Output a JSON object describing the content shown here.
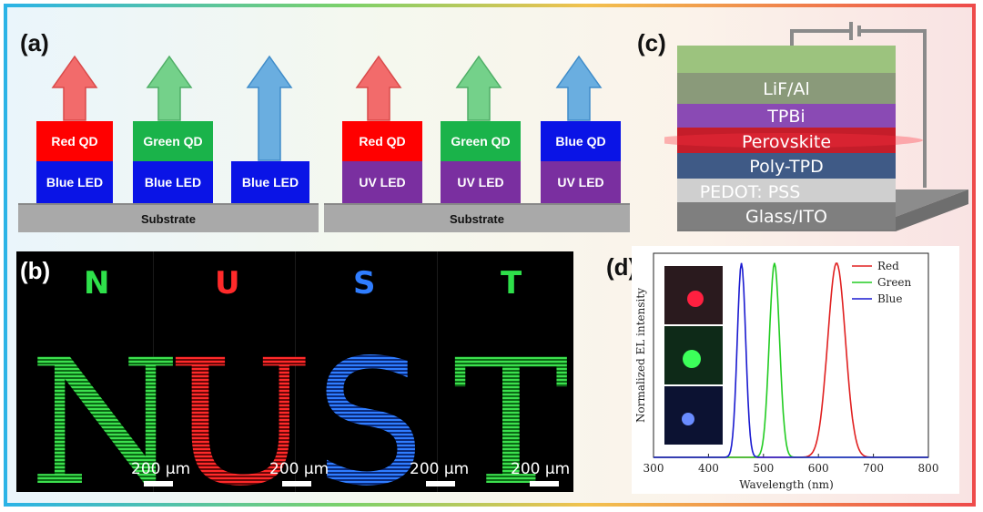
{
  "panels": {
    "a": "(a)",
    "b": "(b)",
    "c": "(c)",
    "d": "(d)"
  },
  "panel_a_left": {
    "columns": [
      {
        "top": "Red QD",
        "bottom": "Blue LED",
        "arrow_color": "#f26b6b",
        "top_color": "#ff0000"
      },
      {
        "top": "Green QD",
        "bottom": "Blue LED",
        "arrow_color": "#74d18a",
        "top_color": "#1ab34a"
      },
      {
        "top": "",
        "bottom": "Blue LED",
        "arrow_color": "#6aaee0",
        "top_color": ""
      }
    ],
    "substrate": "Substrate"
  },
  "panel_a_right": {
    "columns": [
      {
        "top": "Red QD",
        "bottom": "UV LED",
        "arrow_color": "#f26b6b",
        "top_color": "#ff0000"
      },
      {
        "top": "Green QD",
        "bottom": "UV LED",
        "arrow_color": "#74d18a",
        "top_color": "#1ab34a"
      },
      {
        "top": "Blue QD",
        "bottom": "UV LED",
        "arrow_color": "#6aaee0",
        "top_color": "#0019e0"
      }
    ],
    "substrate": "Substrate"
  },
  "panel_b": {
    "small_letters": [
      "N",
      "U",
      "S",
      "T"
    ],
    "big_letters": [
      "N",
      "U",
      "S",
      "T"
    ],
    "letter_colors": [
      "#2ee04a",
      "#ff2a2a",
      "#2f7dff",
      "#2ee04a"
    ],
    "scale_bar_label": "200 μm"
  },
  "panel_c": {
    "layers": [
      "LiF/Al",
      "TPBi",
      "Perovskite",
      "Poly-TPD",
      "PEDOT:  PSS",
      "Glass/ITO"
    ]
  },
  "chart_data": {
    "type": "line",
    "xlabel": "Wavelength (nm)",
    "ylabel": "Normalized EL intensity",
    "xlim": [
      300,
      800
    ],
    "ylim": [
      0,
      1.05
    ],
    "x_ticks": [
      300,
      400,
      500,
      600,
      700,
      800
    ],
    "legend_position": "top-right",
    "series": [
      {
        "name": "Red",
        "color": "#e02020",
        "peak": 633,
        "fwhm": 38
      },
      {
        "name": "Green",
        "color": "#22cc22",
        "peak": 520,
        "fwhm": 22
      },
      {
        "name": "Blue",
        "color": "#1a1ad0",
        "peak": 460,
        "fwhm": 18
      }
    ]
  }
}
